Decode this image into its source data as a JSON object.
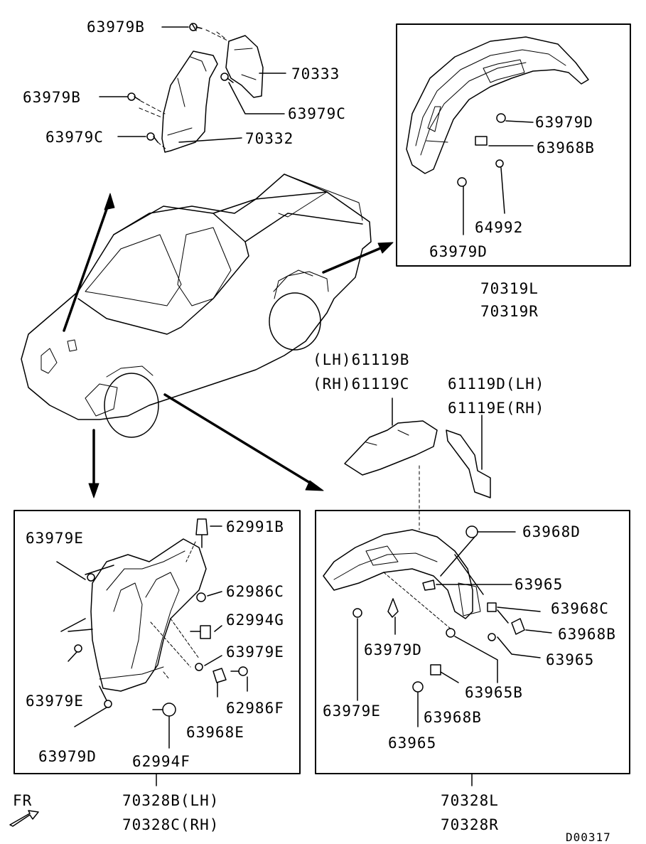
{
  "top_left": {
    "p1": "63979B",
    "p2": "70333",
    "p3": "63979B",
    "p4": "63979C",
    "p5": "63979C",
    "p6": "70332"
  },
  "rear_box": {
    "p1": "63979D",
    "p2": "63968B",
    "p3": "64992",
    "p4": "63979D",
    "title1": "70319L",
    "title2": "70319R"
  },
  "splash": {
    "a1": "(LH)61119B",
    "a2": "(RH)61119C",
    "b1": "61119D(LH)",
    "b2": "61119E(RH)"
  },
  "front_left_box": {
    "p1": "63979E",
    "p2": "62991B",
    "p3": "62986C",
    "p4": "62994G",
    "p5": "63979E",
    "p6": "63979E",
    "p7": "62986F",
    "p8": "63968E",
    "p9": "63979D",
    "p10": "62994F",
    "title1": "70328B(LH)",
    "title2": "70328C(RH)"
  },
  "front_right_box": {
    "p1": "63968D",
    "p2": "63965",
    "p3": "63968C",
    "p4": "63968B",
    "p5": "63979D",
    "p6": "63965",
    "p7": "63965B",
    "p8": "63979E",
    "p9": "63968B",
    "p10": "63965",
    "title1": "70328L",
    "title2": "70328R"
  },
  "footer": {
    "fr": "FR",
    "code": "D00317"
  }
}
